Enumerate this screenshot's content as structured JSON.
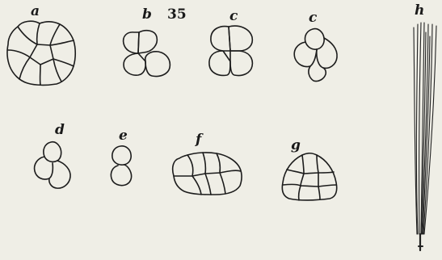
{
  "plate": {
    "figure_number": "35",
    "labels": {
      "a": "a",
      "b": "b",
      "c1": "c",
      "c2": "c",
      "d": "d",
      "e": "e",
      "f": "f",
      "g": "g",
      "h": "h"
    }
  }
}
